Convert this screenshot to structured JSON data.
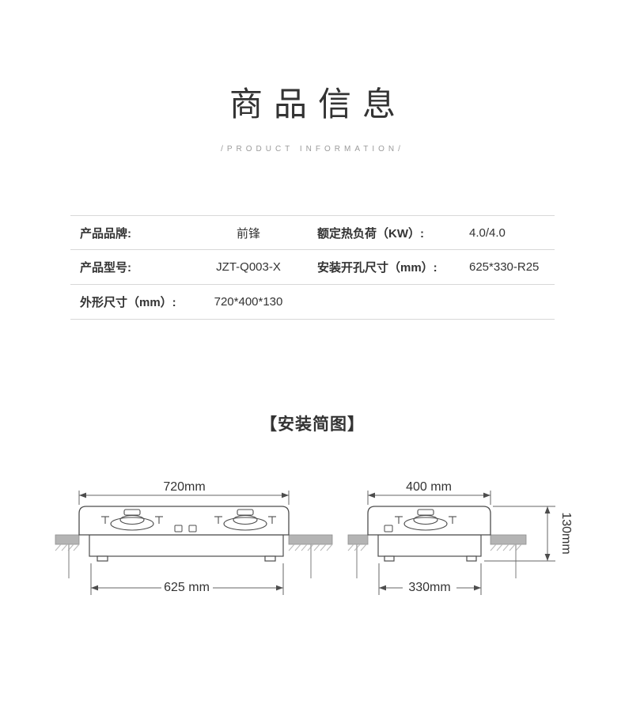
{
  "header": {
    "title": "商品信息",
    "subtitle": "/PRODUCT INFORMATION/"
  },
  "specs": {
    "rows": [
      {
        "label1": "产品品牌:",
        "value1": "前锋",
        "label2": "额定热负荷（KW）:",
        "value2": "4.0/4.0"
      },
      {
        "label1": "产品型号:",
        "value1": "JZT-Q003-X",
        "label2": "安装开孔尺寸（mm）:",
        "value2": "625*330-R25"
      },
      {
        "label1": "外形尺寸（mm）:",
        "value1": "720*400*130",
        "label2": "",
        "value2": ""
      }
    ]
  },
  "diagram": {
    "section_title": "【安装简图】",
    "front_view": {
      "top_width": "720mm",
      "cutout_width": "625 mm"
    },
    "side_view": {
      "top_depth": "400 mm",
      "cutout_depth": "330mm",
      "height": "130mm"
    }
  }
}
